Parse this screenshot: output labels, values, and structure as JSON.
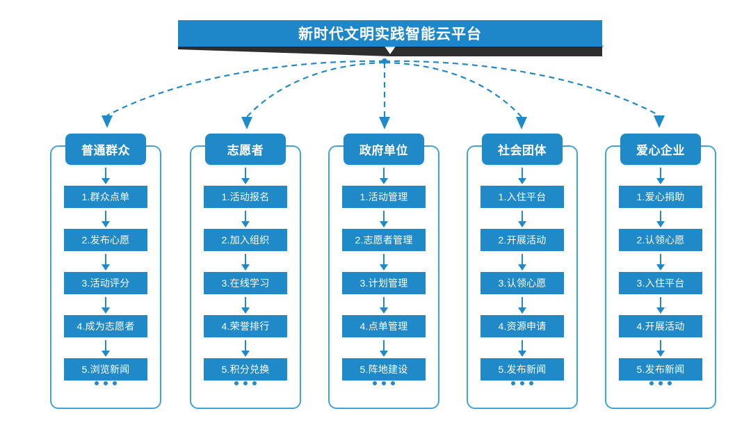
{
  "banner": {
    "title": "新时代文明实践智能云平台",
    "accent_color": "#1E87C9",
    "ribbon_color": "#2E2E2E"
  },
  "diagram": {
    "connector_color": "#2089C8",
    "connector_style": "dashed",
    "box_color": "#2089C8",
    "card_border_color": "#3FA3D8",
    "ellipsis_label": "..."
  },
  "columns": [
    {
      "header": "普通群众",
      "steps": [
        "1.群众点单",
        "2.发布心愿",
        "3.活动评分",
        "4.成为志愿者",
        "5.浏览新闻"
      ]
    },
    {
      "header": "志愿者",
      "steps": [
        "1.活动报名",
        "2.加入组织",
        "3.在线学习",
        "4.荣誉排行",
        "5.积分兑换"
      ]
    },
    {
      "header": "政府单位",
      "steps": [
        "1.活动管理",
        "2.志愿者管理",
        "3.计划管理",
        "4.点单管理",
        "5.阵地建设"
      ]
    },
    {
      "header": "社会团体",
      "steps": [
        "1.入住平台",
        "2.开展活动",
        "3.认领心愿",
        "4.资源申请",
        "5.发布新闻"
      ]
    },
    {
      "header": "爱心企业",
      "steps": [
        "1.爱心捐助",
        "2.认领心愿",
        "3.入住平台",
        "4.开展活动",
        "5.发布新闻"
      ]
    }
  ]
}
